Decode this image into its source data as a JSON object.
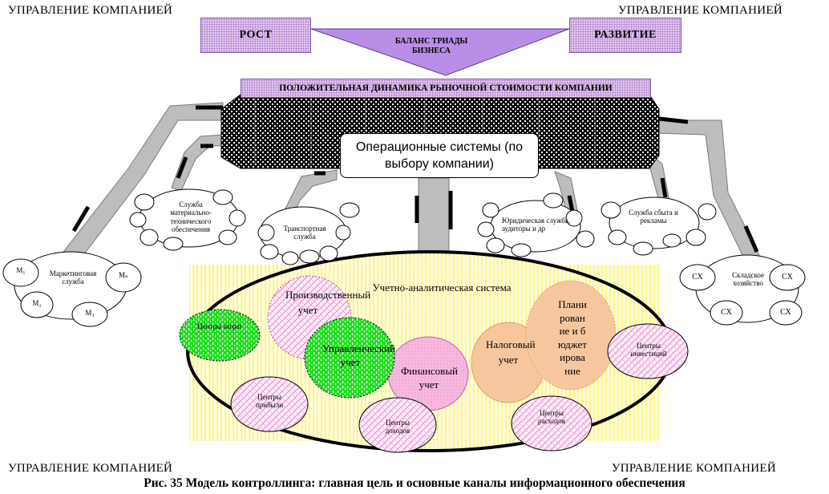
{
  "corners": {
    "top_left": "УПРАВЛЕНИЕ КОМПАНИЕЙ",
    "top_right": "УПРАВЛЕНИЕ КОМПАНИЕЙ",
    "bottom_left": "УПРАВЛЕНИЕ КОМПАНИЕЙ",
    "bottom_right": "УПРАВЛЕНИЕ КОМПАНИЕЙ"
  },
  "header": {
    "growth": "РОСТ",
    "development": "РАЗВИТИЕ",
    "balance_line1": "БАЛАНС ТРИАДЫ",
    "balance_line2": "БИЗНЕСА",
    "banner": "ПОЛОЖИТЕЛЬНАЯ ДИНАМИКА РЫНОЧНОЙ СТОИМОСТИ КОМПАНИИ"
  },
  "operational_systems": "Операционные системы (по выбору компании)",
  "services": {
    "material": "Служба материально-технического обеспечения",
    "transport": "Транспортная служба",
    "legal": "Юридическая служба, аудиторы и др",
    "sales": "Служба сбыта и рекламы",
    "marketing": "Маркетинговая служба",
    "warehouse": "Складское хозяйство"
  },
  "marketing_nodes": {
    "m1": "М₁",
    "m2": "М₂",
    "m3": "М₃",
    "mn": "Мₙ"
  },
  "warehouse_nodes": {
    "cx": "СХ"
  },
  "accounting_system": "Учетно-аналитическая система",
  "accounting_units": {
    "production": "Производственный учет",
    "managerial": "Управленческий учет",
    "financial": "Финансовый учет",
    "tax": "Налоговый учет",
    "planning": "Планирование и бюджетирование"
  },
  "centers": {
    "costs": "Центры затрат",
    "profit": "Центры прибыли",
    "income": "Центры доходов",
    "expenses": "Центры расходов",
    "investment": "Центры инвестиций"
  },
  "caption": "Рис. 35 Модель контроллинга: главная цель и основные каналы информационного обеспечения",
  "colors": {
    "purple": "#e4c8f2",
    "hatch_green": "#22dd22",
    "hatch_yellow": "#fffbb0",
    "pink": "#f3a6d9",
    "peach": "#f6c79f",
    "arm_gray": "#bdbdbd"
  }
}
